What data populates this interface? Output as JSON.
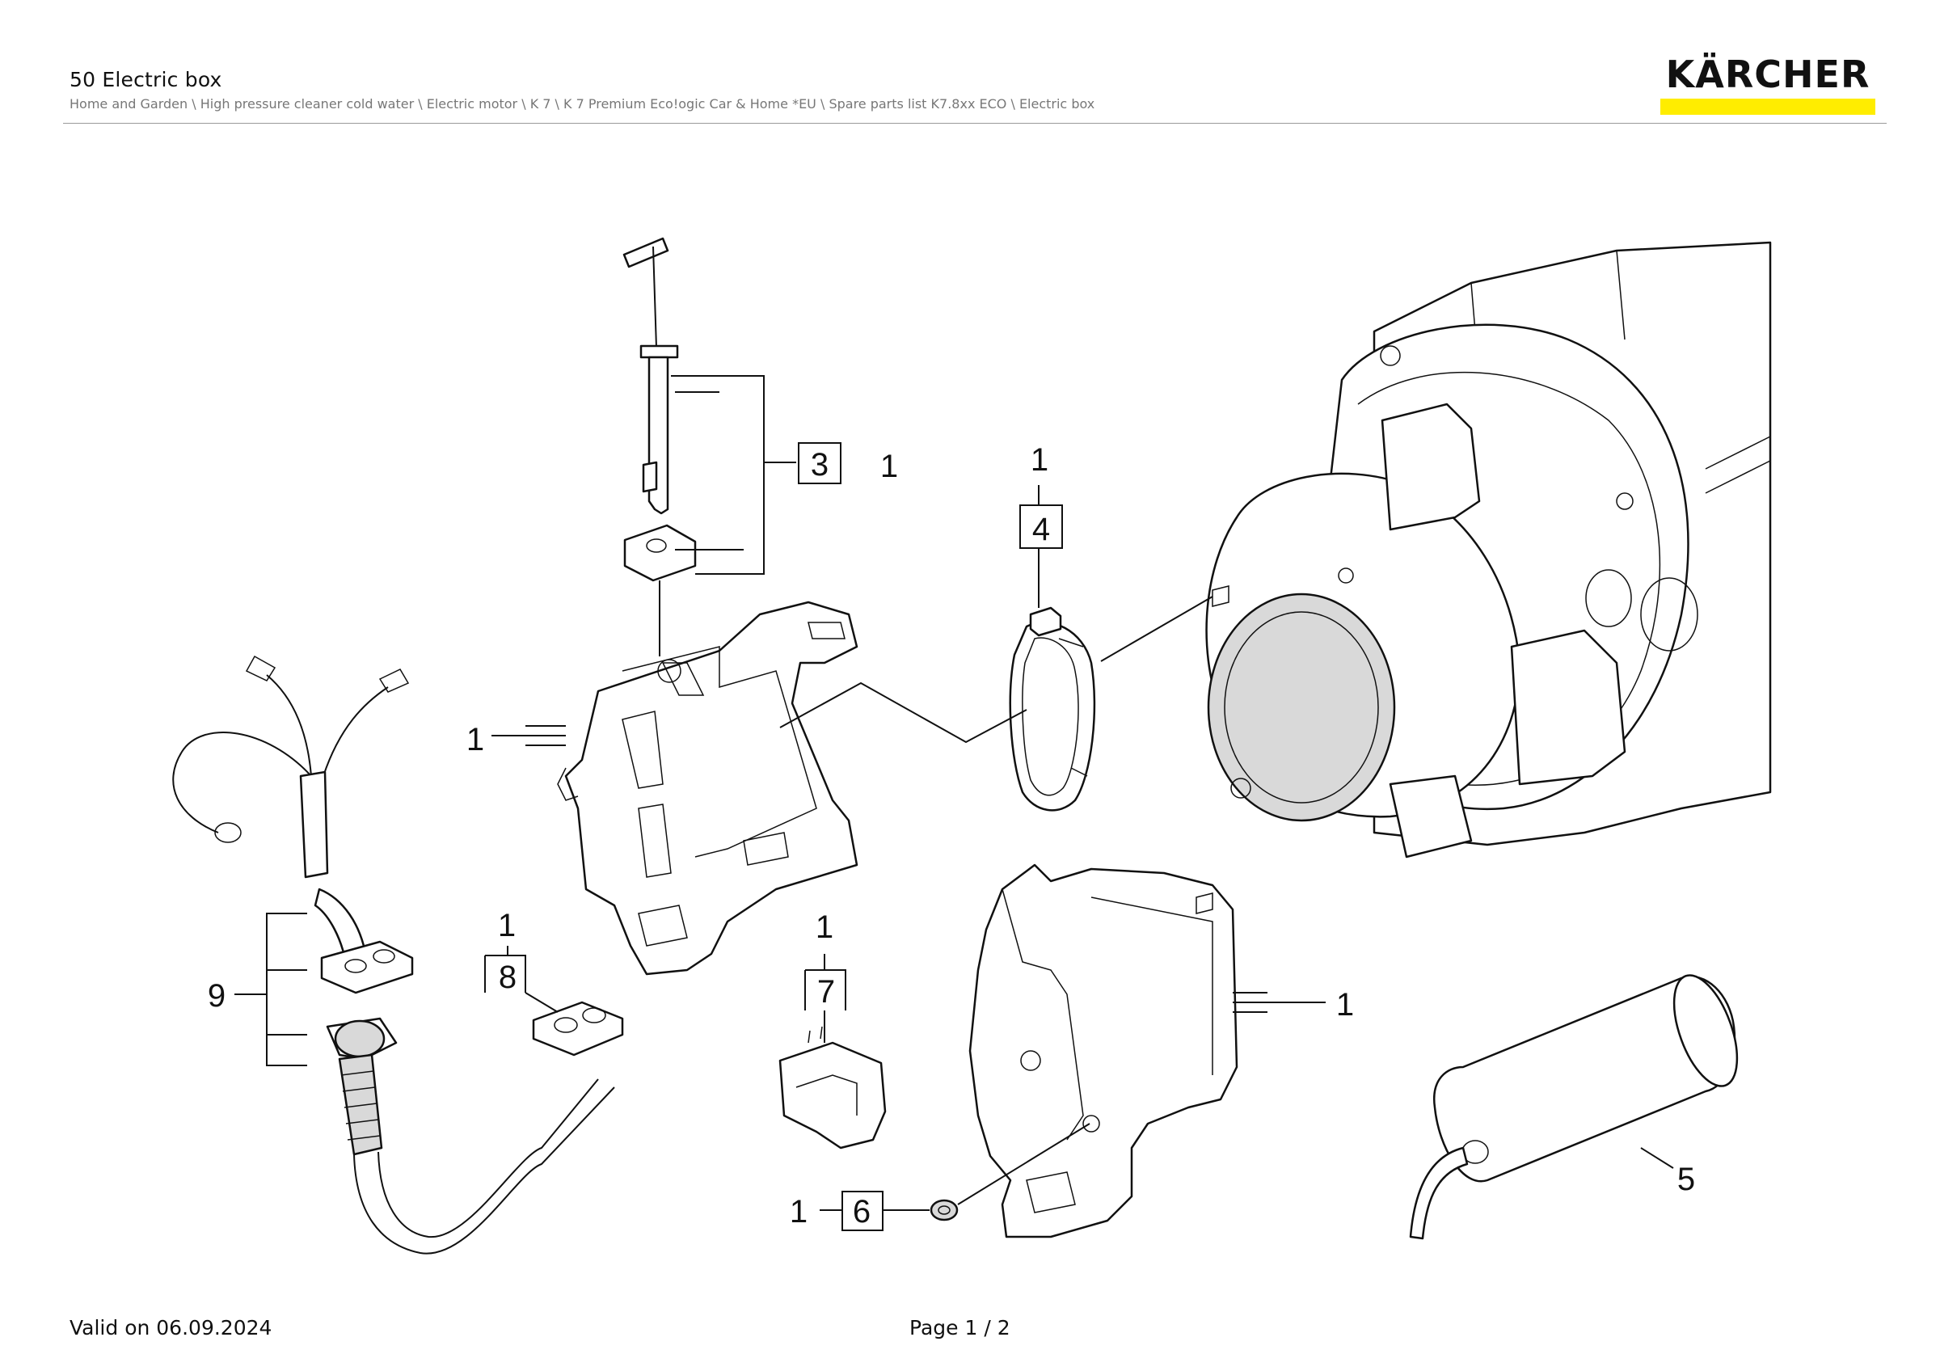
{
  "header": {
    "title": "50 Electric box",
    "breadcrumb": "Home and Garden \\ High pressure cleaner cold water \\ Electric motor \\ K 7 \\ K 7 Premium Eco!ogic Car & Home *EU \\ Spare parts list K7.8xx ECO \\ Electric box"
  },
  "logo": {
    "text": "KÄRCHER",
    "bar_color": "#ffed00"
  },
  "diagram": {
    "callouts": {
      "c3_num": "3",
      "c3_qty": "1",
      "c4_qty": "1",
      "c4_num": "4",
      "c1_box_left": "1",
      "c1_box_right": "1",
      "c8_qty": "1",
      "c8_num": "8",
      "c7_qty": "1",
      "c7_num": "7",
      "c6_qty": "1",
      "c6_num": "6",
      "c9_num": "9",
      "c5_num": "5"
    }
  },
  "footer": {
    "valid": "Valid on 06.09.2024",
    "page": "Page 1 / 2"
  }
}
